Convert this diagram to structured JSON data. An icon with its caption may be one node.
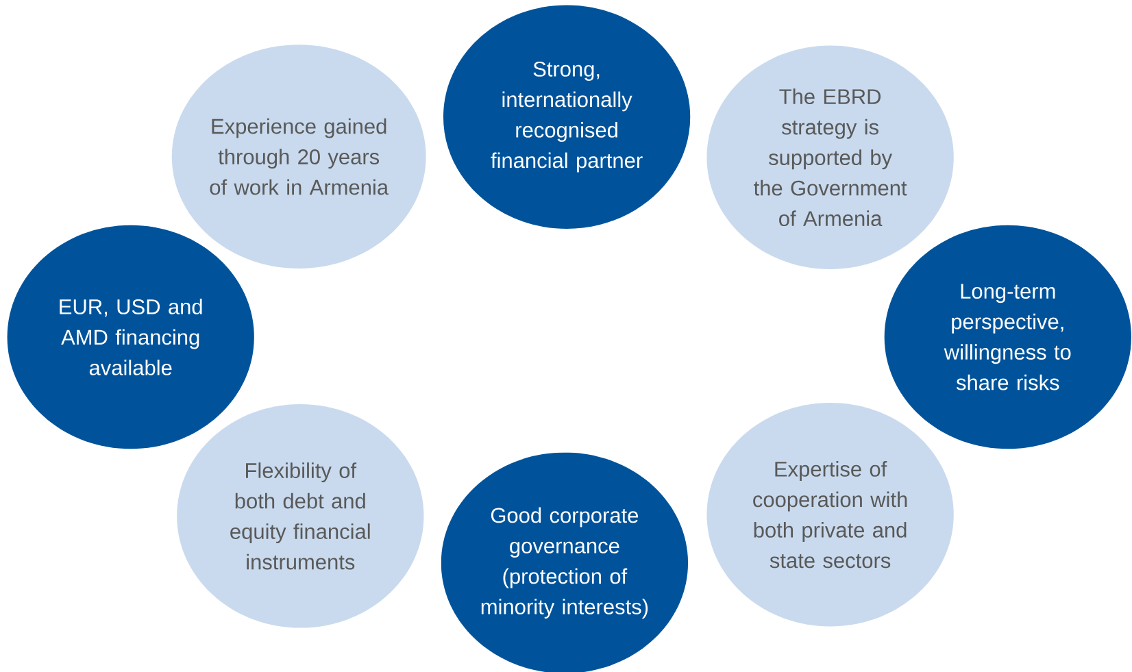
{
  "diagram": {
    "nodes": [
      {
        "text": [
          "Strong, internationally recognised financial partner"
        ]
      },
      {
        "text": [
          "Experience gained through 20 years of work in Armenia"
        ]
      },
      {
        "text": [
          "The EBRD strategy is supported by the Government of Armenia"
        ]
      },
      {
        "text": [
          "EUR, USD and AMD financing available"
        ]
      },
      {
        "text": [
          "Long-term perspective, willingness to share risks"
        ]
      },
      {
        "text": [
          "Expertise of cooperation with both private and state sectors"
        ]
      },
      {
        "text": [
          "Flexibility of both debt and equity financial instruments"
        ]
      },
      {
        "text": [
          "Good corporate governance (protection of minority interests)"
        ]
      }
    ]
  }
}
